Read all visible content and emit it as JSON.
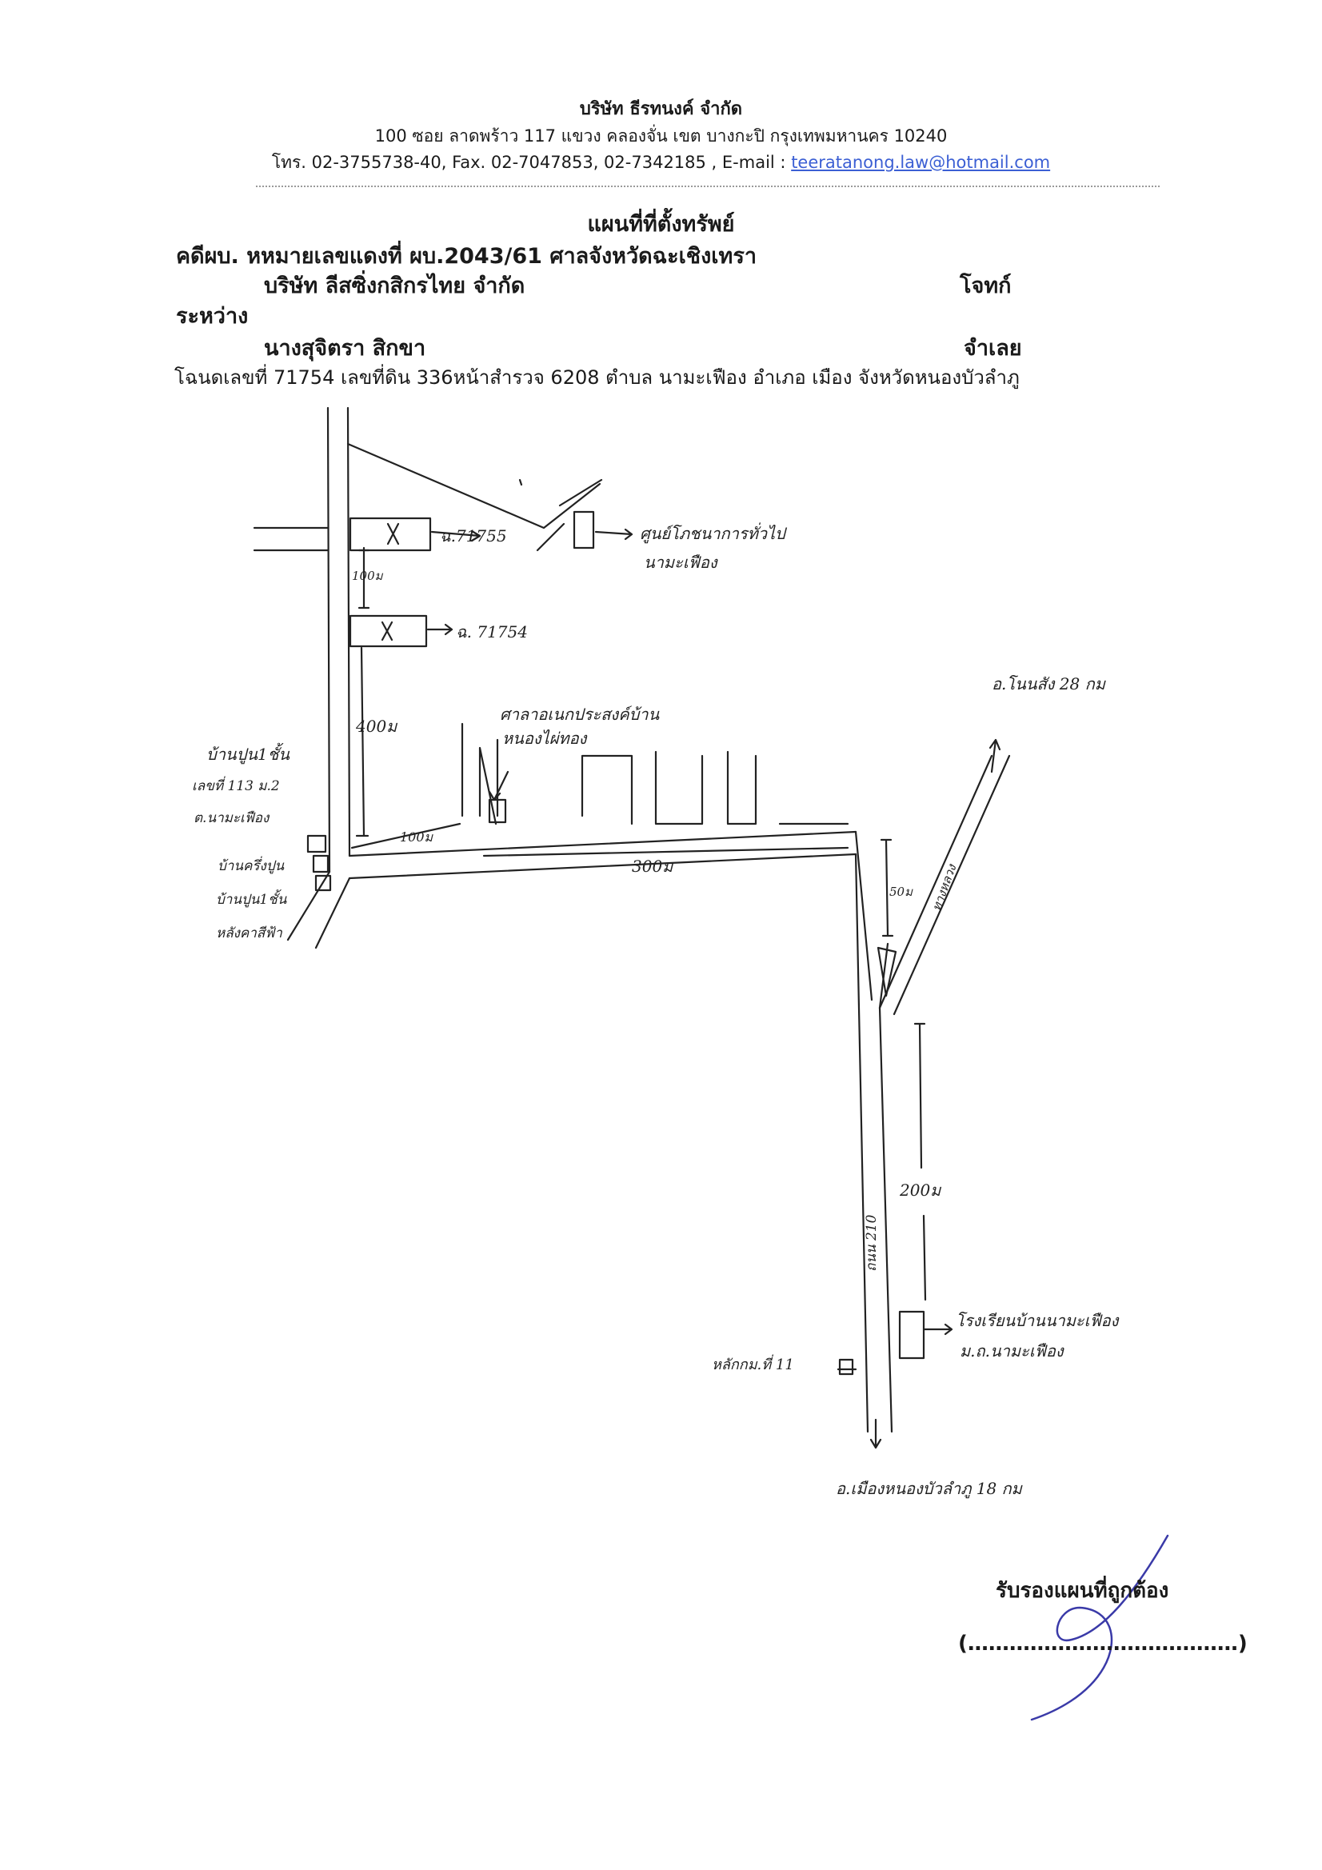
{
  "header": {
    "company": "บริษัท ธีรทนงค์ จำกัด",
    "address": "100 ซอย ลาดพร้าว 117 แขวง คลองจั่น เขต บางกะปิ กรุงเทพมหานคร 10240",
    "contact_prefix": "โทร. 02-3755738-40, Fax. 02-7047853, 02-7342185 , E-mail : ",
    "email": "teeratanong.law@hotmail.com"
  },
  "document": {
    "title": "แผนที่ที่ตั้งทรัพย์",
    "case_line": "คดีผบ. หหมายเลขแดงที่ ผบ.2043/61 ศาลจังหวัดฉะเชิงเทรา",
    "plaintiff": "บริษัท ลีสซิ่งกสิกรไทย จำกัด",
    "plaintiff_role": "โจทก์",
    "between": "ระหว่าง",
    "defendant": "นางสุจิตรา สิกขา",
    "defendant_role": "จำเลย",
    "deed_line": "โฉนดเลขที่ 71754 เลขที่ดิน 336หน้าสำรวจ 6208 ตำบล นามะเฟือง อำเภอ เมือง จังหวัดหนองบัวลำภู"
  },
  "map_labels": {
    "plot1": "ฉ.71755",
    "plot2": "ฉ. 71754",
    "health_center_1": "ศูนย์โภชนาการทั่วไป",
    "health_center_2": "นามะเฟือง",
    "dist_100_a": "100ม",
    "dist_400": "400ม",
    "dist_100_b": "100ม",
    "dist_300": "300ม",
    "dist_50": "50ม",
    "dist_200": "200ม",
    "village_hall_1": "ศาลาอเนกประสงค์บ้าน",
    "village_hall_2": "หนองไผ่ทอง",
    "house_left_1": "บ้านปูน1ชั้น",
    "house_left_2": "เลขที่ 113 ม.2",
    "house_left_3": "ต.นามะเฟือง",
    "house_left_4": "บ้านครึ่งปูน",
    "house_left_5": "บ้านปูน1ชั้น",
    "house_left_6": "หลังคาสีฟ้า",
    "to_nongbua": "อ.โนนสัง 28 กม",
    "school_1": "โรงเรียนบ้านนามะเฟือง",
    "school_2": "ม.ถ.นามะเฟือง",
    "km_marker": "หลักกม.ที่ 11",
    "to_city": "อ.เมืองหนองบัวลำภู 18 กม",
    "road_name_1": "ทางหลวง",
    "road_name_2": "ถนน 210"
  },
  "footer": {
    "certify": "รับรองแผนที่ถูกต้อง",
    "signature_line": "(…………………………………)"
  },
  "colors": {
    "email": "#3b5fd4",
    "signature": "#3a3aa8",
    "ink": "#222222"
  }
}
